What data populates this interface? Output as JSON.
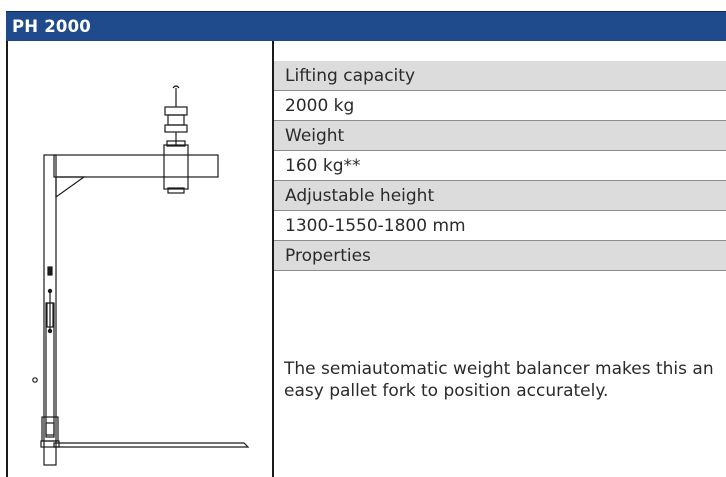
{
  "header": {
    "title": "PH 2000"
  },
  "colors": {
    "header_bg": "#1f4a8c",
    "label_bg": "#dcdcdc"
  },
  "illustration": {
    "icon": "pallet-fork-icon"
  },
  "specs": [
    {
      "label": "Lifting capacity",
      "value": "2000 kg"
    },
    {
      "label": "Weight",
      "value": "160 kg**"
    },
    {
      "label": "Adjustable height",
      "value": "1300-1550-1800 mm"
    }
  ],
  "properties": {
    "label": "Properties",
    "text": "The semiautomatic weight balancer makes this an easy pallet fork to position accurately."
  }
}
